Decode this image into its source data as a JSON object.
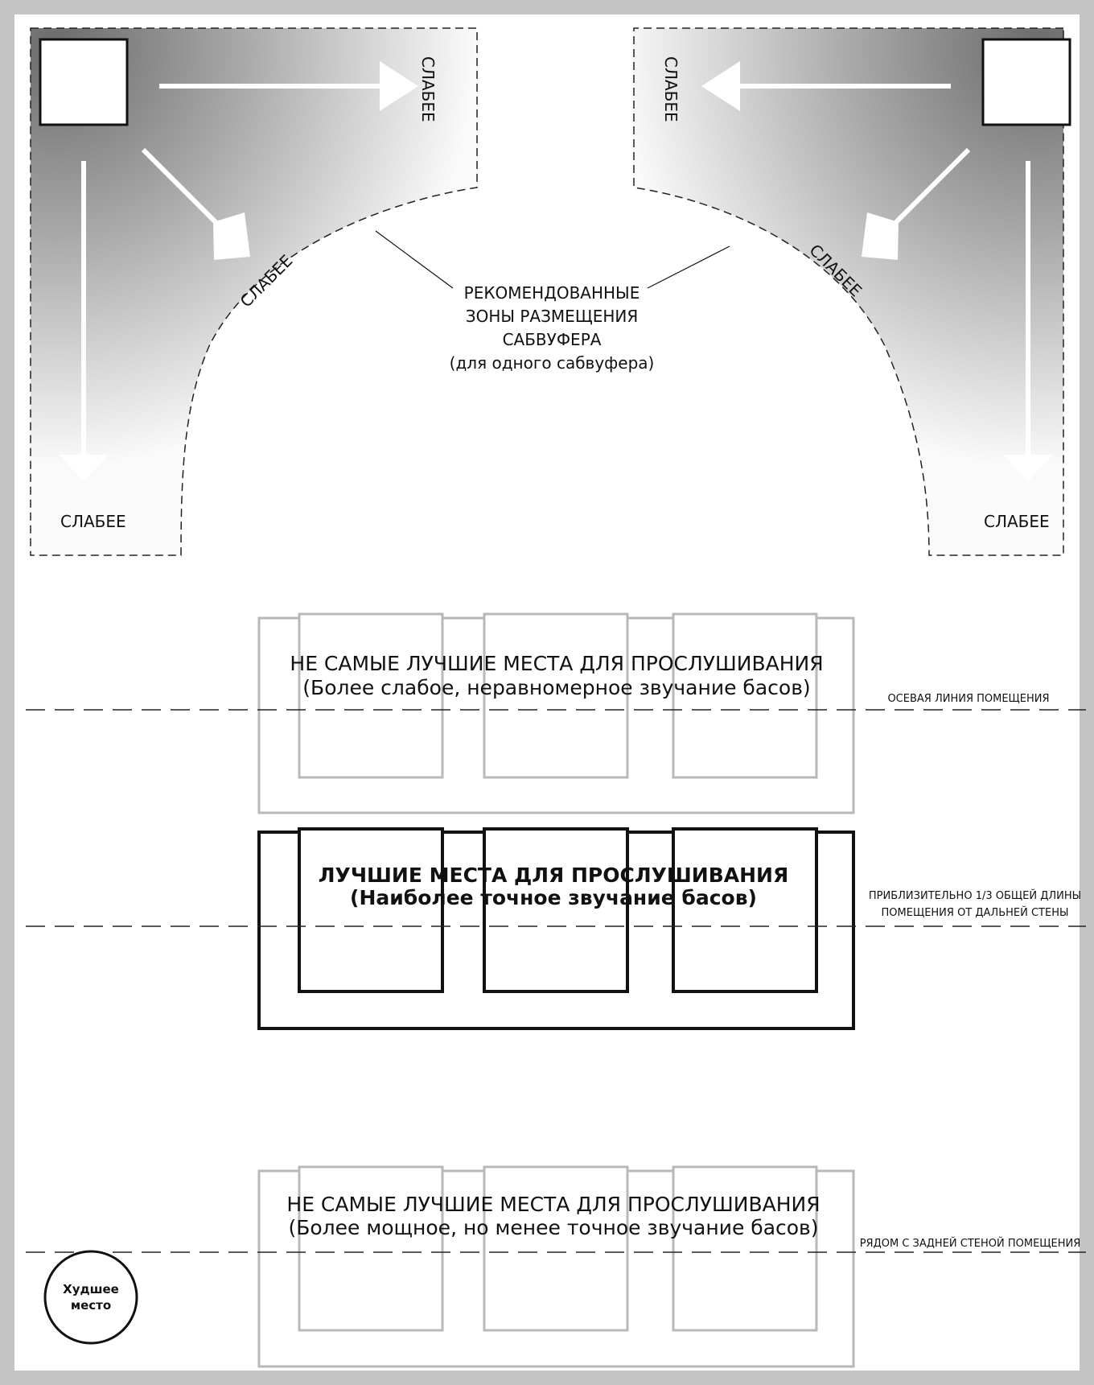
{
  "zones": {
    "weaker_label": "СЛАБЕЕ",
    "recommended": {
      "line1": "РЕКОМЕНДОВАННЫЕ",
      "line2": "ЗОНЫ РАЗМЕЩЕНИЯ",
      "line3": "САБВУФЕРА",
      "line4": "(для одного сабвуфера)"
    }
  },
  "seating": {
    "upper": {
      "title": "НЕ САМЫЕ ЛУЧШИЕ МЕСТА ДЛЯ ПРОСЛУШИВАНИЯ",
      "subtitle": "(Более слабое, неравномерное звучание басов)"
    },
    "best": {
      "title": "ЛУЧШИЕ МЕСТА ДЛЯ ПРОСЛУШИВАНИЯ",
      "subtitle": "(Наиболее точное звучание басов)"
    },
    "lower": {
      "title": "НЕ САМЫЕ ЛУЧШИЕ МЕСТА ДЛЯ ПРОСЛУШИВАНИЯ",
      "subtitle": "(Более мощное, но менее точное звучание басов)"
    }
  },
  "guide_lines": {
    "centerline": "ОСЕВАЯ ЛИНИЯ ПОМЕЩЕНИЯ",
    "third_line1": "ПРИБЛИЗИТЕЛЬНО 1/3 ОБЩЕЙ ДЛИНЫ",
    "third_line2": "ПОМЕЩЕНИЯ ОТ ДАЛЬНЕЙ СТЕНЫ",
    "back_wall": "РЯДОМ С ЗАДНЕЙ СТЕНОЙ ПОМЕЩЕНИЯ"
  },
  "worst_spot": {
    "line1": "Худшее",
    "line2": "место"
  },
  "colors": {
    "border": "#c4c4c4",
    "zone_dark": "#6b6b6b",
    "grey_seats": "#b8b8b8",
    "black_seats": "#111111"
  }
}
